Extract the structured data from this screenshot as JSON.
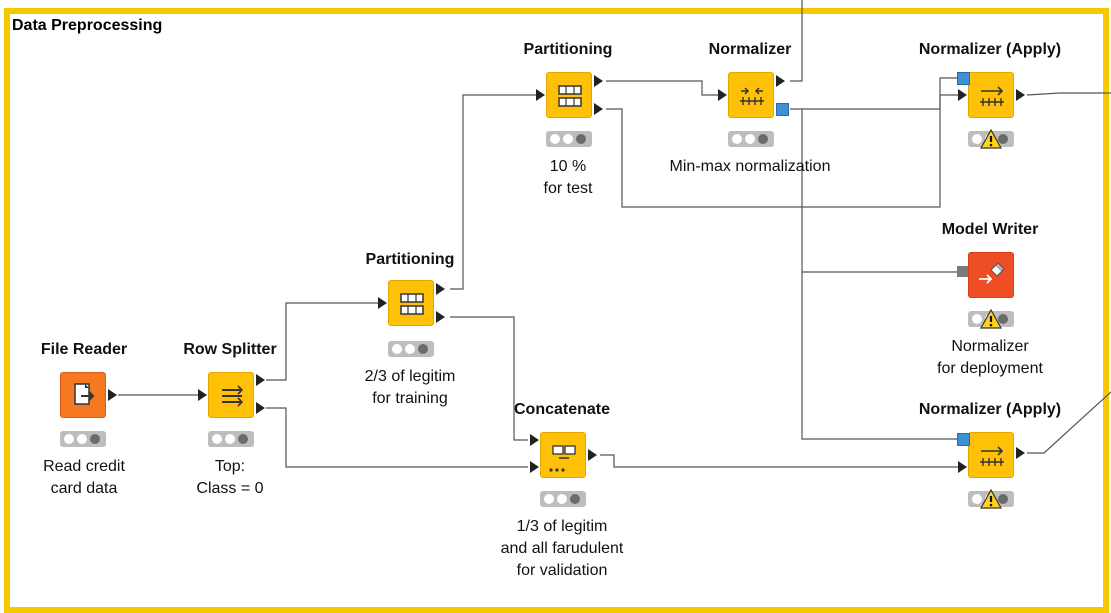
{
  "annotation": {
    "title": "Data Preprocessing"
  },
  "colors": {
    "frame": "#f6c800",
    "node_yellow": "#ffc107",
    "node_orange": "#f47920",
    "node_red": "#ef4d23",
    "model_port": "#3d8fd6"
  },
  "nodes": {
    "file_reader": {
      "title": "File Reader",
      "desc_lines": [
        "Read credit",
        "card data"
      ],
      "icon": "file-reader-icon"
    },
    "row_splitter": {
      "title": "Row Splitter",
      "desc_lines": [
        "Top:",
        "Class = 0"
      ],
      "icon": "row-splitter-icon"
    },
    "partitioning_1": {
      "title": "Partitioning",
      "desc_lines": [
        "2/3 of legitim",
        "for training"
      ],
      "icon": "partitioning-icon"
    },
    "partitioning_2": {
      "title": "Partitioning",
      "desc_lines": [
        "10 %",
        "for test"
      ],
      "icon": "partitioning-icon"
    },
    "concatenate": {
      "title": "Concatenate",
      "desc_lines": [
        "1/3 of legitim",
        "and all farudulent",
        "for validation"
      ],
      "icon": "concatenate-icon"
    },
    "normalizer": {
      "title": "Normalizer",
      "desc_lines": [
        "Min-max normalization"
      ],
      "icon": "normalizer-icon"
    },
    "normalizer_apply_1": {
      "title": "Normalizer (Apply)",
      "desc_lines": [],
      "icon": "normalizer-apply-icon"
    },
    "model_writer": {
      "title": "Model Writer",
      "desc_lines": [
        "Normalizer",
        "for deployment"
      ],
      "icon": "model-writer-icon"
    },
    "normalizer_apply_2": {
      "title": "Normalizer (Apply)",
      "desc_lines": [],
      "icon": "normalizer-apply-icon"
    }
  }
}
